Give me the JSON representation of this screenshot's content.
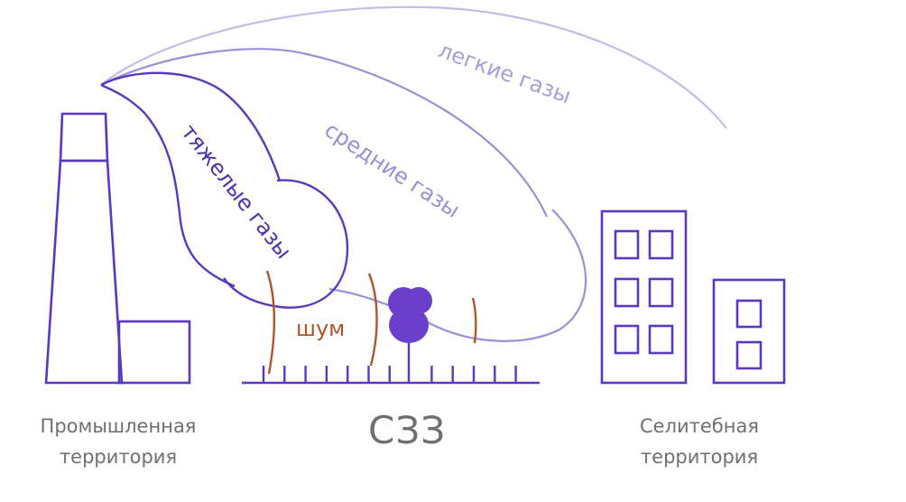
{
  "diagram": {
    "title": "Санитарно-защитная зона",
    "colors": {
      "dark_purple": "#5a38c0",
      "mid_purple": "#9b8fd8",
      "light_purple": "#c3bbe8",
      "tree_fill": "#6a3fcc",
      "noise_brown": "#b0552a",
      "caption_gray": "#6f6f6f"
    },
    "plumes": {
      "heavy": "тяжелые газы",
      "medium": "средние газы",
      "light": "легкие газы"
    },
    "noise_label": "шум",
    "zones": {
      "industrial": [
        "Промышленная",
        "территория"
      ],
      "szz": "СЗЗ",
      "residential": [
        "Селитебная",
        "территория"
      ]
    }
  }
}
